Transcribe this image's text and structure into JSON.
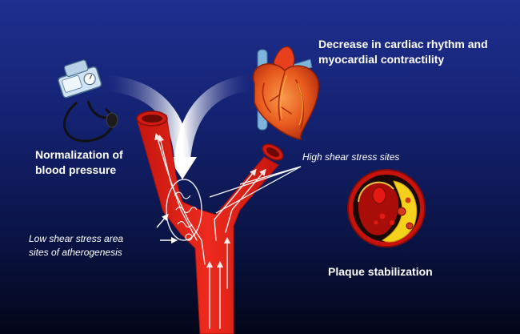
{
  "labels": {
    "cardiac": [
      "Decrease in cardiac rhythm and",
      "myocardial contractility"
    ],
    "bp": [
      "Normalization of",
      "blood pressure"
    ],
    "high_shear": "High shear stress sites",
    "low_shear": [
      "Low shear stress area",
      "sites of atherogenesis"
    ],
    "plaque": "Plaque stabilization"
  },
  "icons": {
    "sphygmomanometer": "blood-pressure-monitor-icon",
    "heart": "heart-icon",
    "artery": "bifurcating-artery",
    "plaque": "plaque-cross-section"
  },
  "colors": {
    "background_top": "#1f2f8f",
    "background_bottom": "#030618",
    "artery": "#e8241c",
    "heart": "#e85a1e",
    "plaque_yellow": "#f4d21c",
    "text": "#ffffff"
  }
}
